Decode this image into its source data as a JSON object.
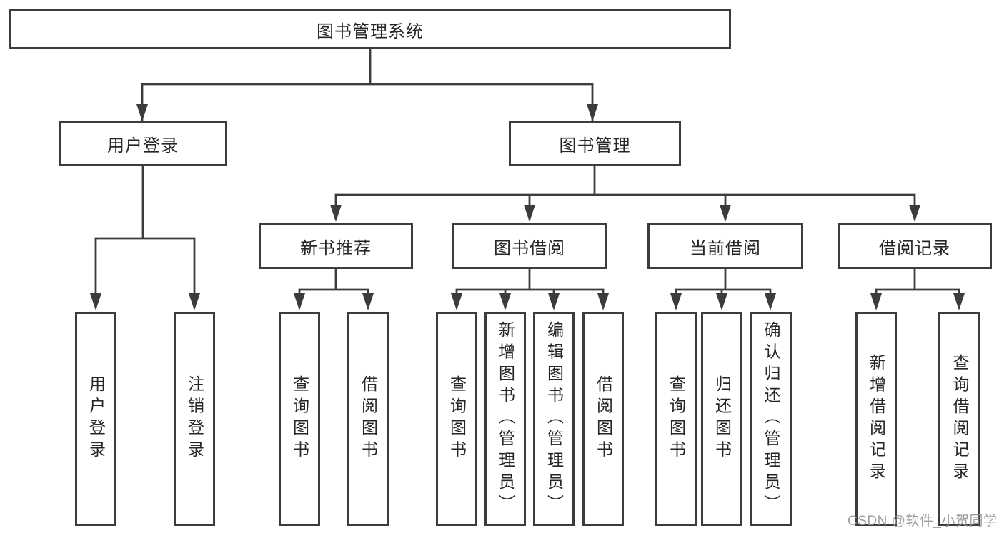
{
  "page": {
    "watermark": "CSDN @软件_小贺同学"
  },
  "palette": {
    "line_color": "#3c3c3c",
    "box_border": "#3c3c3c",
    "box_fill": "#ffffff",
    "text_color": "#262626",
    "watermark_color": "#969696",
    "background": "#ffffff"
  },
  "tree": {
    "root": {
      "label": "图书管理系统"
    },
    "branches": [
      {
        "label": "用户登录",
        "children": [
          {
            "label": "用户登录"
          },
          {
            "label": "注销登录"
          }
        ]
      },
      {
        "label": "图书管理",
        "sections": [
          {
            "label": "新书推荐",
            "children": [
              {
                "label": "查询图书"
              },
              {
                "label": "借阅图书"
              }
            ]
          },
          {
            "label": "图书借阅",
            "children": [
              {
                "label": "查询图书"
              },
              {
                "label": "新增图书（管理员）"
              },
              {
                "label": "编辑图书（管理员）"
              },
              {
                "label": "借阅图书"
              }
            ]
          },
          {
            "label": "当前借阅",
            "children": [
              {
                "label": "查询图书"
              },
              {
                "label": "归还图书"
              },
              {
                "label": "确认归还（管理员）"
              }
            ]
          },
          {
            "label": "借阅记录",
            "children": [
              {
                "label": "新增借阅记录"
              },
              {
                "label": "查询借阅记录"
              }
            ]
          }
        ]
      }
    ]
  }
}
